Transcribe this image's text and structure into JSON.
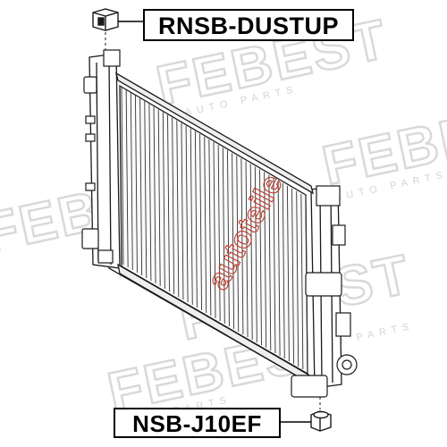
{
  "labels": {
    "top_part_number": "RNSB-DUSTUP",
    "bottom_part_number": "NSB-J10EF"
  },
  "watermark": {
    "brand": "FEBEST",
    "tagline": "AUTO PARTS",
    "site": "autoteile",
    "color": "#e2e2e2"
  },
  "colors": {
    "line": "#1a1a1a",
    "background": "#ffffff",
    "site_watermark": "#c0392b"
  }
}
